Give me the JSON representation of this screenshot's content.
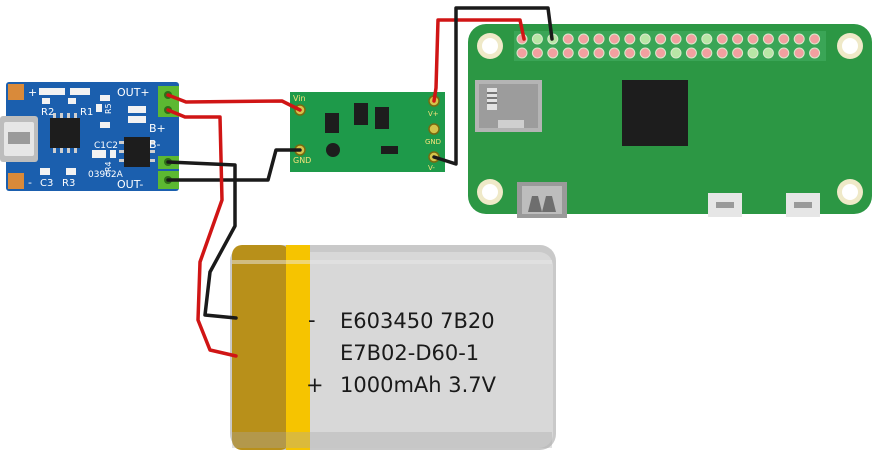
{
  "charger": {
    "silk": {
      "out_plus": "OUT+",
      "b_plus": "B+",
      "b_minus": "B-",
      "out_minus": "OUT-",
      "plus": "+",
      "minus": "-",
      "r2": "R2",
      "r1": "R1",
      "r5": "R5",
      "c1c2": "C1C2",
      "c3": "C3",
      "r3": "R3",
      "r4": "R4",
      "code": "03962A"
    }
  },
  "boost": {
    "silk": {
      "vin": "Vin",
      "gnd_in": "GND",
      "vplus": "V+",
      "gnd_out": "GND",
      "vminus": "V-"
    }
  },
  "battery": {
    "minus_symbol": "-",
    "plus_symbol": "+",
    "line1": "E603450 7B20",
    "line2": "E7B02-D60-1",
    "line3": "1000mAh 3.7V"
  },
  "colors": {
    "charger_board": "#1b5fae",
    "boost_board": "#1e9a4a",
    "pi_board": "#2c9744",
    "wire_red": "#d01515",
    "wire_black": "#1a1a1a",
    "battery_body": "#d6d6d6",
    "battery_gold": "#b8901a",
    "battery_stripe": "#f6c400"
  }
}
